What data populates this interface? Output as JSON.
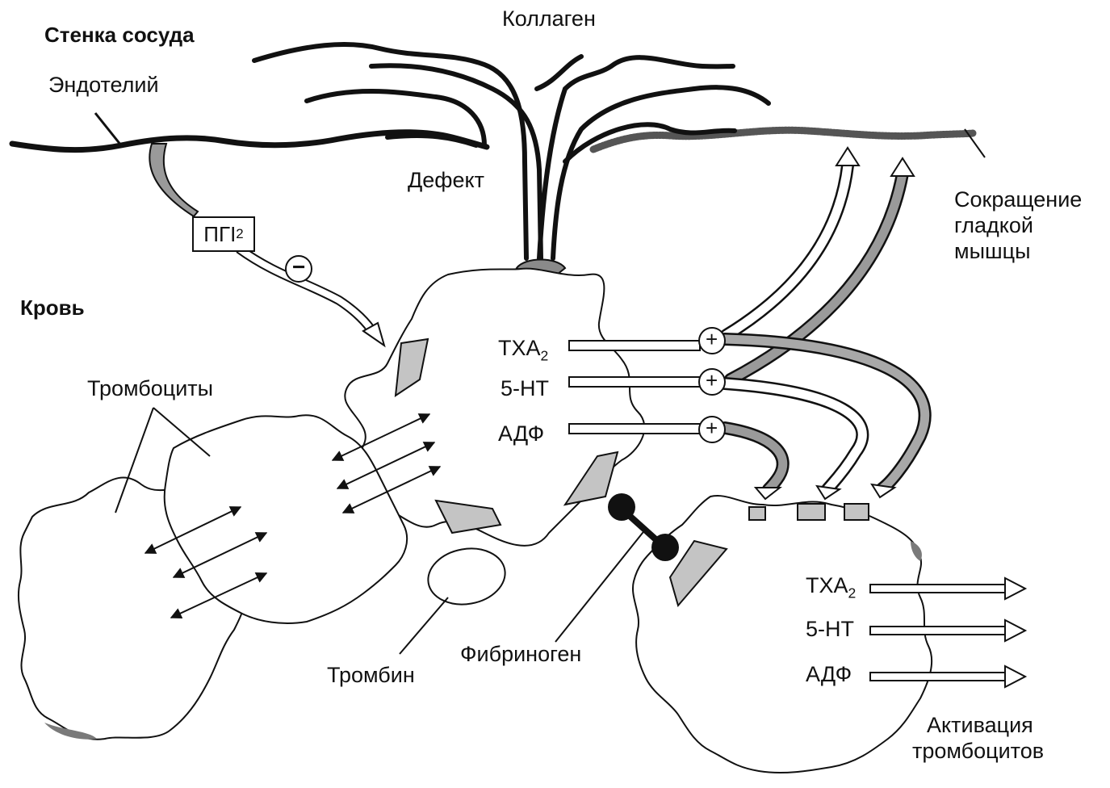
{
  "labels": {
    "vessel_wall": "Стенка сосуда",
    "collagen": "Коллаген",
    "endothelium": "Эндотелий",
    "defect": "Дефект",
    "smooth_muscle_line1": "Сокращение",
    "smooth_muscle_line2": "гладкой",
    "smooth_muscle_line3": "мышцы",
    "blood": "Кровь",
    "platelets": "Тромбоциты",
    "thrombin": "Тромбин",
    "fibrinogen": "Фибриноген",
    "activation_line1": "Активация",
    "activation_line2": "тромбоцитов"
  },
  "prostacyclin": {
    "text": "ПГI",
    "sub": "2",
    "inhibit_sign": "−"
  },
  "mediators_primary": [
    {
      "text": "TXA",
      "sub": "2",
      "sign": "+"
    },
    {
      "text": "5-HT",
      "sub": "",
      "sign": "+"
    },
    {
      "text": "АДФ",
      "sub": "",
      "sign": "+"
    }
  ],
  "mediators_secondary": [
    {
      "text": "TXA",
      "sub": "2"
    },
    {
      "text": "5-HT",
      "sub": ""
    },
    {
      "text": "АДФ",
      "sub": ""
    }
  ],
  "colors": {
    "ink": "#111111",
    "shade": "#9a9a9a",
    "paper": "#ffffff"
  }
}
